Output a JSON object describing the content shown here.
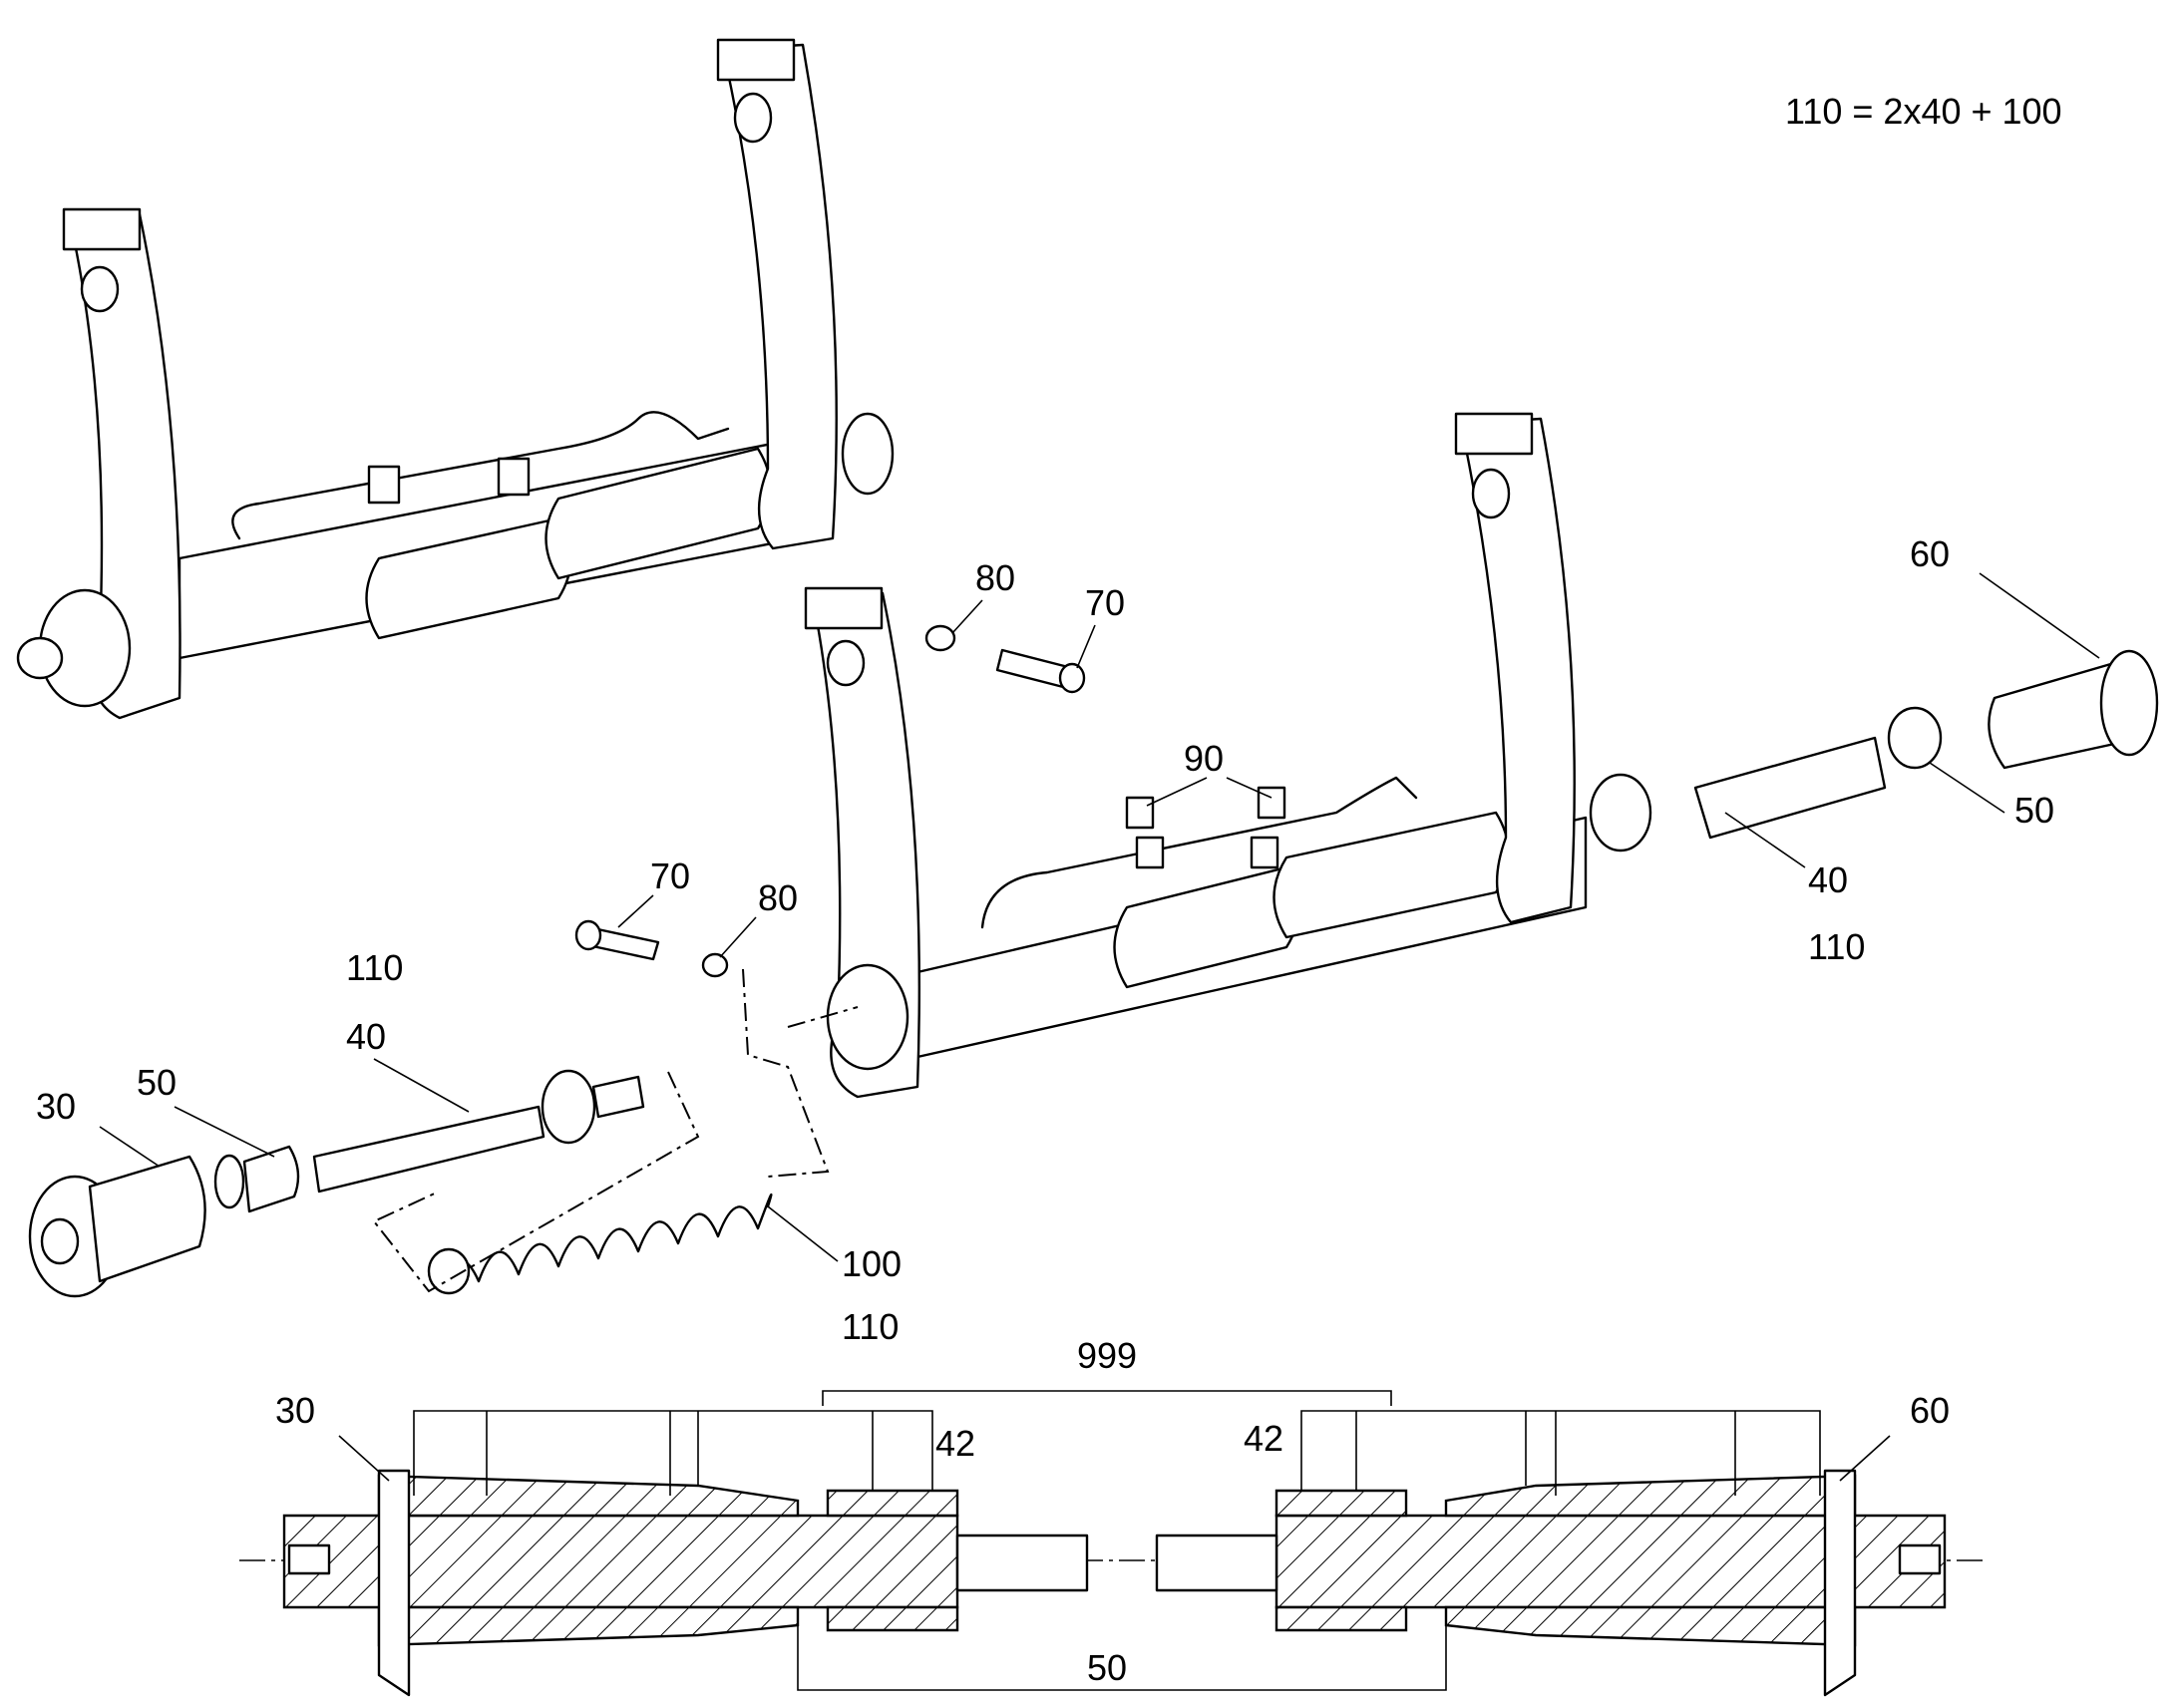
{
  "formula": "110 = 2x40 + 100",
  "callouts": {
    "c30a": "30",
    "c40a": "40",
    "c50a": "50",
    "c110a": "110",
    "c70a": "70",
    "c80a": "80",
    "c100": "100",
    "c110b": "110",
    "c80b": "80",
    "c70b": "70",
    "c90": "90",
    "c60a": "60",
    "c50b": "50",
    "c40b": "40",
    "c110c": "110",
    "c999": "999",
    "c30b": "30",
    "c42a": "42",
    "c42b": "42",
    "c60b": "60",
    "c50c": "50"
  }
}
